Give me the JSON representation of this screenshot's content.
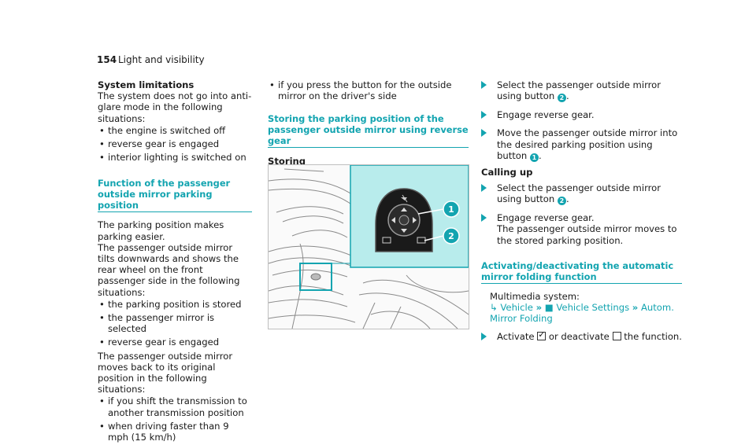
{
  "header": {
    "page_number": "154",
    "section": "Light and visibility"
  },
  "col1": {
    "sys_title": "System limitations",
    "sys_text": "The system does not go into anti-glare mode in the following situations:",
    "sys_items": [
      "the engine is switched off",
      "reverse gear is engaged",
      "interior lighting is switched on"
    ],
    "func_heading": "Function of the passenger outside mirror parking position",
    "func_p1": "The parking position makes parking easier.",
    "func_p2": "The passenger outside mirror tilts downwards and shows the rear wheel on the front passenger side in the following situations:",
    "func_items": [
      "the parking position is stored",
      "the passenger mirror is selected",
      "reverse gear is engaged"
    ],
    "func_p3": "The passenger outside mirror moves back to its original position in the following situations:",
    "func_items2": [
      "if you shift the transmission to another trans­mission position",
      "when driving faster than 9 mph (15 km/h)"
    ]
  },
  "col2": {
    "top_item": "if you press the button for the outside mirror on the driver's side",
    "store_heading": "Storing the parking position of the passenger outside mirror using reverse gear",
    "storing_label": "Storing",
    "callouts": [
      "1",
      "2"
    ]
  },
  "col3": {
    "store_steps": {
      "s1a": "Select the passenger outside mirror using button",
      "s1n": "2",
      "s2": "Engage reverse gear.",
      "s3a": "Move the passenger outside mirror into the desired parking position using button",
      "s3n": "1"
    },
    "calling_label": "Calling up",
    "call_steps": {
      "s1a": "Select the passenger outside mirror using button",
      "s1n": "2",
      "s2a": "Engage reverse gear.",
      "s2b": "The passenger outside mirror moves to the stored parking position."
    },
    "act_heading": "Activating/deactivating the automatic mirror folding function",
    "multimedia": "Multimedia system:",
    "path_1": "Vehicle",
    "path_2": "Vehicle Set­tings",
    "path_3": "Autom. Mirror Folding",
    "activate_a": "Activate",
    "activate_b": "or deactivate",
    "activate_c": "the function."
  },
  "colors": {
    "accent": "#13a4b0",
    "highlight_panel": "#b8ecec"
  }
}
